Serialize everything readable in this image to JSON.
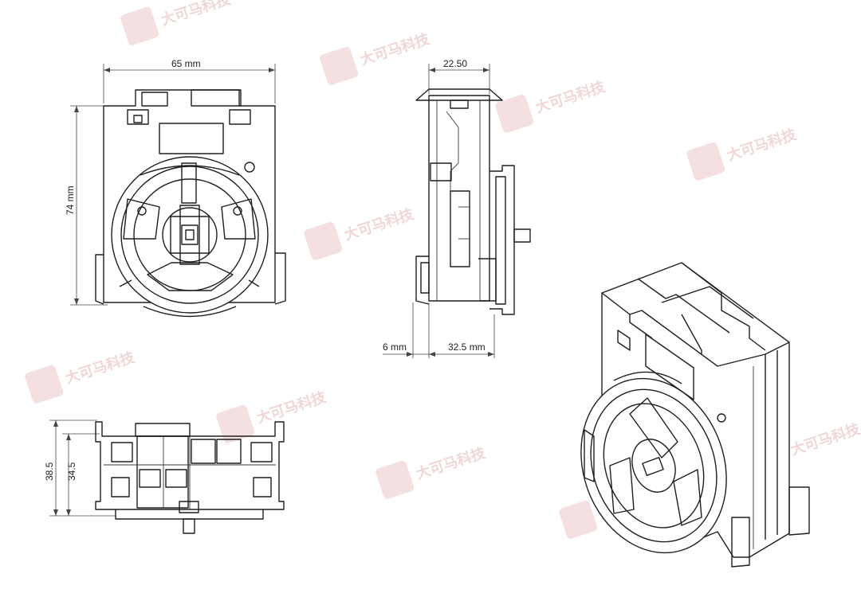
{
  "dimensions": {
    "front_width": "65 mm",
    "front_height": "74 mm",
    "side_top": "22.50",
    "side_offset": "6 mm",
    "side_depth": "32.5 mm",
    "bottom_height_outer": "38.5",
    "bottom_height_inner": "34.5"
  },
  "watermark": {
    "text": "大可马科技"
  },
  "colors": {
    "line": "#1f1f1f",
    "watermark": "#f0d6d6",
    "background": "#ffffff"
  }
}
